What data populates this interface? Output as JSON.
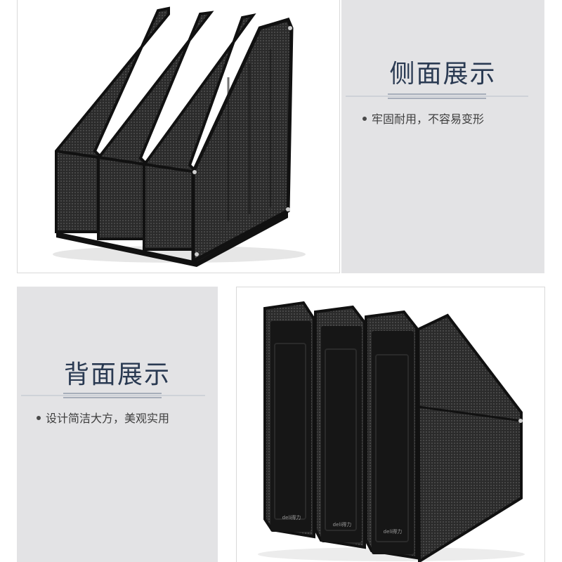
{
  "side_view": {
    "title": "侧面展示",
    "bullet": "牢固耐用，不容易变形"
  },
  "back_view": {
    "title": "背面展示",
    "bullet": "设计简洁大方，美观实用",
    "brand_labels": [
      "deli得力",
      "deli得力",
      "deli得力"
    ]
  },
  "colors": {
    "panel_gray": "#e3e3e5",
    "title_navy": "#2a3a52",
    "metal_black": "#1a1a1a"
  }
}
